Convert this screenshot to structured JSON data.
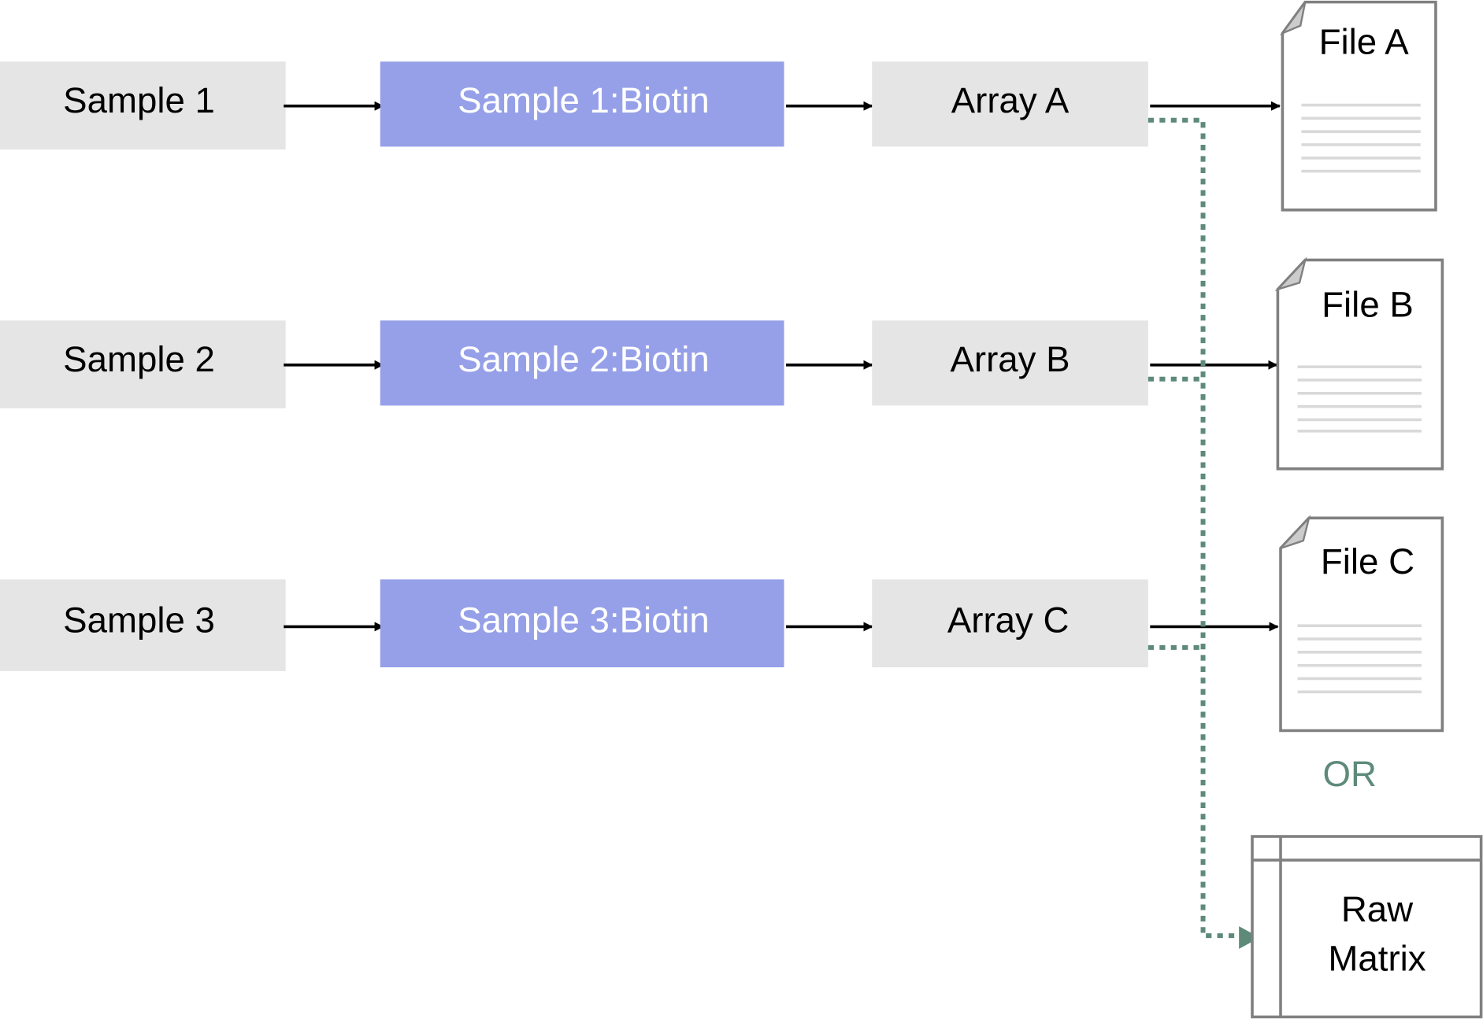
{
  "colors": {
    "sample_fill": "#e6e5e6",
    "biotin_fill": "#96a0e8",
    "array_fill": "#e6e5e6",
    "dotted_line": "#5e8a7a",
    "or_text": "#5e8a7a",
    "file_border": "#808080"
  },
  "rows": [
    {
      "sample": "Sample 1",
      "biotin": "Sample 1:Biotin",
      "array": "Array A",
      "file": "File A"
    },
    {
      "sample": "Sample 2",
      "biotin": "Sample 2:Biotin",
      "array": "Array B",
      "file": "File B"
    },
    {
      "sample": "Sample 3",
      "biotin": "Sample 3:Biotin",
      "array": "Array C",
      "file": "File C"
    }
  ],
  "or_label": "OR",
  "matrix": {
    "line1": "Raw",
    "line2": "Matrix"
  }
}
